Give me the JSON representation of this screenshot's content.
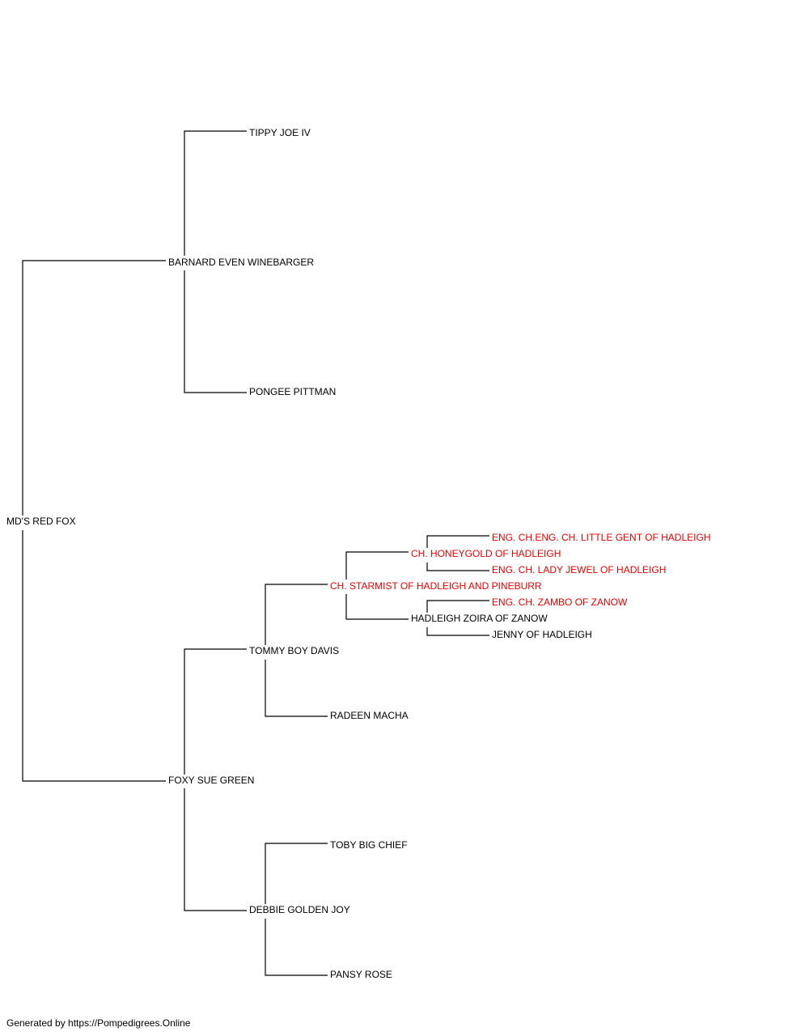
{
  "pedigree": {
    "subject": {
      "name": "MD'S RED FOX",
      "champion": false
    },
    "sire": {
      "name": "BARNARD EVEN WINEBARGER",
      "champion": false,
      "sire": {
        "name": "TIPPY JOE IV",
        "champion": false
      },
      "dam": {
        "name": "PONGEE PITTMAN",
        "champion": false
      }
    },
    "dam": {
      "name": "FOXY SUE GREEN",
      "champion": false,
      "sire": {
        "name": "TOMMY BOY DAVIS",
        "champion": false,
        "sire": {
          "name": "CH. STARMIST OF HADLEIGH AND PINEBURR",
          "champion": true,
          "sire": {
            "name": "CH. HONEYGOLD OF HADLEIGH",
            "champion": true,
            "sire": {
              "name": "ENG. CH.ENG. CH. LITTLE GENT OF HADLEIGH",
              "champion": true
            },
            "dam": {
              "name": "ENG. CH. LADY JEWEL OF HADLEIGH",
              "champion": true
            }
          },
          "dam": {
            "name": "HADLEIGH ZOIRA OF ZANOW",
            "champion": false,
            "sire": {
              "name": "ENG. CH. ZAMBO OF ZANOW",
              "champion": true
            },
            "dam": {
              "name": "JENNY OF HADLEIGH",
              "champion": false
            }
          }
        },
        "dam": {
          "name": "RADEEN MACHA",
          "champion": false
        }
      },
      "dam": {
        "name": "DEBBIE GOLDEN JOY",
        "champion": false,
        "sire": {
          "name": "TOBY BIG CHIEF",
          "champion": false
        },
        "dam": {
          "name": "PANSY ROSE",
          "champion": false
        }
      }
    }
  },
  "footer": {
    "text": "Generated by https://Pompedigrees.Online"
  },
  "colors": {
    "line": "#000000",
    "text": "#000000",
    "champion": "#ee0000"
  }
}
